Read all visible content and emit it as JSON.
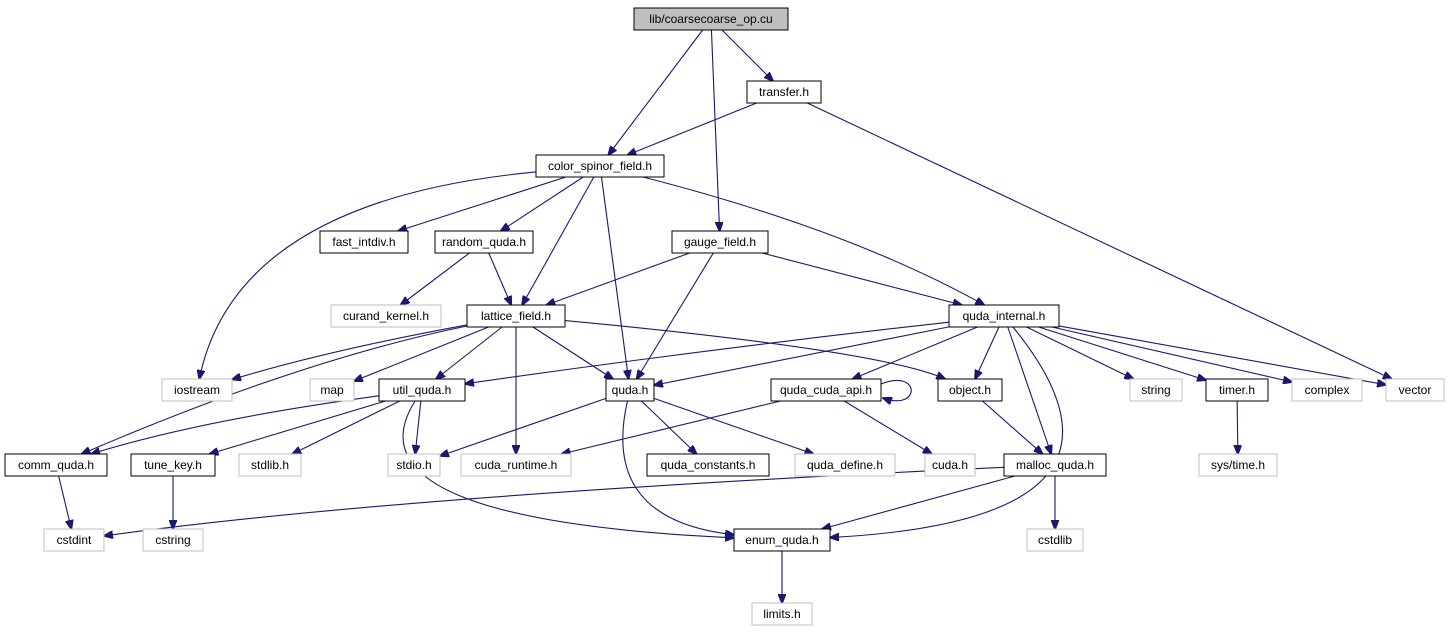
{
  "diagram": {
    "type": "include-dependency-graph",
    "colors": {
      "edge": "#191970",
      "root_fill": "#bfbfbf",
      "node_border": "#000000",
      "external_border": "#bfbfbf"
    },
    "nodes": [
      {
        "id": "coarsecoarse_op",
        "label": "lib/coarsecoarse_op.cu",
        "kind": "root"
      },
      {
        "id": "transfer",
        "label": "transfer.h",
        "kind": "internal"
      },
      {
        "id": "color_spinor_field",
        "label": "color_spinor_field.h",
        "kind": "internal"
      },
      {
        "id": "fast_intdiv",
        "label": "fast_intdiv.h",
        "kind": "internal"
      },
      {
        "id": "random_quda",
        "label": "random_quda.h",
        "kind": "internal"
      },
      {
        "id": "gauge_field",
        "label": "gauge_field.h",
        "kind": "internal"
      },
      {
        "id": "curand_kernel",
        "label": "curand_kernel.h",
        "kind": "external"
      },
      {
        "id": "lattice_field",
        "label": "lattice_field.h",
        "kind": "internal"
      },
      {
        "id": "quda_internal",
        "label": "quda_internal.h",
        "kind": "internal"
      },
      {
        "id": "iostream",
        "label": "iostream",
        "kind": "external"
      },
      {
        "id": "map",
        "label": "map",
        "kind": "external"
      },
      {
        "id": "util_quda",
        "label": "util_quda.h",
        "kind": "internal"
      },
      {
        "id": "quda",
        "label": "quda.h",
        "kind": "internal"
      },
      {
        "id": "quda_cuda_api",
        "label": "quda_cuda_api.h",
        "kind": "internal"
      },
      {
        "id": "object",
        "label": "object.h",
        "kind": "internal"
      },
      {
        "id": "string",
        "label": "string",
        "kind": "external"
      },
      {
        "id": "timer",
        "label": "timer.h",
        "kind": "internal"
      },
      {
        "id": "complex",
        "label": "complex",
        "kind": "external"
      },
      {
        "id": "vector",
        "label": "vector",
        "kind": "external"
      },
      {
        "id": "comm_quda",
        "label": "comm_quda.h",
        "kind": "internal"
      },
      {
        "id": "tune_key",
        "label": "tune_key.h",
        "kind": "internal"
      },
      {
        "id": "stdlib",
        "label": "stdlib.h",
        "kind": "external"
      },
      {
        "id": "stdio",
        "label": "stdio.h",
        "kind": "external"
      },
      {
        "id": "cuda_runtime",
        "label": "cuda_runtime.h",
        "kind": "external"
      },
      {
        "id": "quda_constants",
        "label": "quda_constants.h",
        "kind": "internal"
      },
      {
        "id": "quda_define",
        "label": "quda_define.h",
        "kind": "external"
      },
      {
        "id": "cuda",
        "label": "cuda.h",
        "kind": "external"
      },
      {
        "id": "malloc_quda",
        "label": "malloc_quda.h",
        "kind": "internal"
      },
      {
        "id": "sys_time",
        "label": "sys/time.h",
        "kind": "external"
      },
      {
        "id": "cstdint",
        "label": "cstdint",
        "kind": "external"
      },
      {
        "id": "cstring",
        "label": "cstring",
        "kind": "external"
      },
      {
        "id": "enum_quda",
        "label": "enum_quda.h",
        "kind": "internal"
      },
      {
        "id": "cstdlib",
        "label": "cstdlib",
        "kind": "external"
      },
      {
        "id": "limits",
        "label": "limits.h",
        "kind": "external"
      }
    ],
    "edges": [
      {
        "from": "coarsecoarse_op",
        "to": "transfer"
      },
      {
        "from": "coarsecoarse_op",
        "to": "color_spinor_field"
      },
      {
        "from": "coarsecoarse_op",
        "to": "gauge_field"
      },
      {
        "from": "transfer",
        "to": "color_spinor_field"
      },
      {
        "from": "transfer",
        "to": "vector"
      },
      {
        "from": "color_spinor_field",
        "to": "iostream"
      },
      {
        "from": "color_spinor_field",
        "to": "fast_intdiv"
      },
      {
        "from": "color_spinor_field",
        "to": "random_quda"
      },
      {
        "from": "color_spinor_field",
        "to": "lattice_field"
      },
      {
        "from": "color_spinor_field",
        "to": "quda"
      },
      {
        "from": "color_spinor_field",
        "to": "quda_internal"
      },
      {
        "from": "random_quda",
        "to": "curand_kernel"
      },
      {
        "from": "random_quda",
        "to": "lattice_field"
      },
      {
        "from": "gauge_field",
        "to": "lattice_field"
      },
      {
        "from": "gauge_field",
        "to": "quda"
      },
      {
        "from": "gauge_field",
        "to": "quda_internal"
      },
      {
        "from": "lattice_field",
        "to": "iostream"
      },
      {
        "from": "lattice_field",
        "to": "map"
      },
      {
        "from": "lattice_field",
        "to": "util_quda"
      },
      {
        "from": "lattice_field",
        "to": "quda"
      },
      {
        "from": "lattice_field",
        "to": "cuda_runtime"
      },
      {
        "from": "lattice_field",
        "to": "object"
      },
      {
        "from": "lattice_field",
        "to": "comm_quda"
      },
      {
        "from": "quda_internal",
        "to": "util_quda"
      },
      {
        "from": "quda_internal",
        "to": "quda"
      },
      {
        "from": "quda_internal",
        "to": "quda_cuda_api"
      },
      {
        "from": "quda_internal",
        "to": "object"
      },
      {
        "from": "quda_internal",
        "to": "string"
      },
      {
        "from": "quda_internal",
        "to": "timer"
      },
      {
        "from": "quda_internal",
        "to": "complex"
      },
      {
        "from": "quda_internal",
        "to": "vector"
      },
      {
        "from": "quda_internal",
        "to": "malloc_quda"
      },
      {
        "from": "quda_internal",
        "to": "enum_quda"
      },
      {
        "from": "util_quda",
        "to": "comm_quda"
      },
      {
        "from": "util_quda",
        "to": "tune_key"
      },
      {
        "from": "util_quda",
        "to": "stdlib"
      },
      {
        "from": "util_quda",
        "to": "stdio"
      },
      {
        "from": "util_quda",
        "to": "enum_quda"
      },
      {
        "from": "quda",
        "to": "stdio"
      },
      {
        "from": "quda",
        "to": "quda_constants"
      },
      {
        "from": "quda",
        "to": "quda_define"
      },
      {
        "from": "quda",
        "to": "enum_quda"
      },
      {
        "from": "quda_cuda_api",
        "to": "quda_cuda_api"
      },
      {
        "from": "quda_cuda_api",
        "to": "cuda_runtime"
      },
      {
        "from": "quda_cuda_api",
        "to": "cuda"
      },
      {
        "from": "object",
        "to": "malloc_quda"
      },
      {
        "from": "timer",
        "to": "sys_time"
      },
      {
        "from": "comm_quda",
        "to": "cstdint"
      },
      {
        "from": "tune_key",
        "to": "cstring"
      },
      {
        "from": "malloc_quda",
        "to": "cstdint"
      },
      {
        "from": "malloc_quda",
        "to": "enum_quda"
      },
      {
        "from": "malloc_quda",
        "to": "cstdlib"
      },
      {
        "from": "enum_quda",
        "to": "limits"
      }
    ]
  }
}
